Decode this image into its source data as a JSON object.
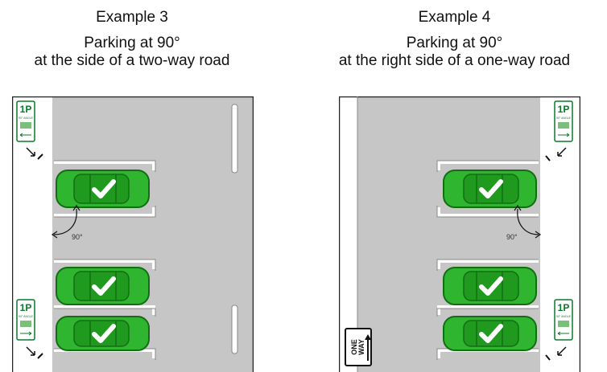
{
  "examples": [
    {
      "title": "Example 3",
      "caption_line1": "Parking at 90°",
      "caption_line2": "at the side of a two-way road",
      "angle_label": "90°",
      "sign_text": "1P",
      "sign_sub": "90° ANGLE"
    },
    {
      "title": "Example 4",
      "caption_line1": "Parking at 90°",
      "caption_line2": "at the right side of a one-way road",
      "angle_label": "90°",
      "sign_text": "1P",
      "sign_sub": "90° ANGLE",
      "oneway_text_1": "ONE",
      "oneway_text_2": "WAY"
    }
  ],
  "colors": {
    "road": "#c6c6c6",
    "car_green": "#2fb52f",
    "car_dark": "#136d13",
    "sign_green": "#0a7a2a",
    "frame": "#222222"
  }
}
